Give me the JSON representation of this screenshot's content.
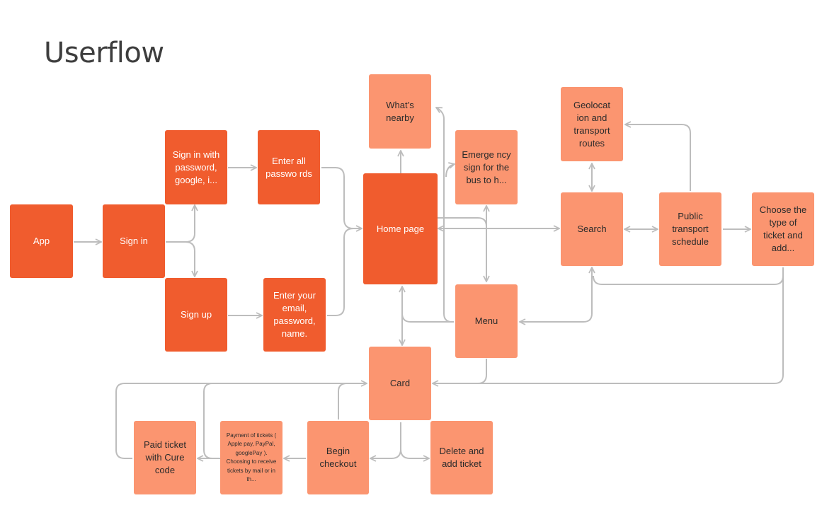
{
  "title": "Userflow",
  "nodes": {
    "app": "App",
    "sign_in": "Sign in",
    "sign_in_with": "Sign in with password, google, i...",
    "sign_up": "Sign up",
    "enter_all_passwords": "Enter all passwo rds",
    "enter_email": "Enter your email, password, name.",
    "home_page": "Home page",
    "whats_nearby": "What’s nearby",
    "emergency_sign": "Emerge ncy sign for the bus to h...",
    "menu": "Menu",
    "card": "Card",
    "geolocation": "Geolocat ion and transport routes",
    "search": "Search",
    "public_transport": "Public transport schedule",
    "choose_ticket": "Choose the type of ticket and add...",
    "begin_checkout": "Begin checkout",
    "delete_add_ticket": "Delete and add ticket",
    "payment": "Payment of tickets ( Apple pay, PayPal, googlePay ). Choosing to receive tickets by mail or in th...",
    "paid_ticket": "Paid ticket with Cure code"
  },
  "colors": {
    "dark_node": "#f05c2e",
    "light_node": "#fb9570",
    "connector": "#bdbdbd"
  }
}
